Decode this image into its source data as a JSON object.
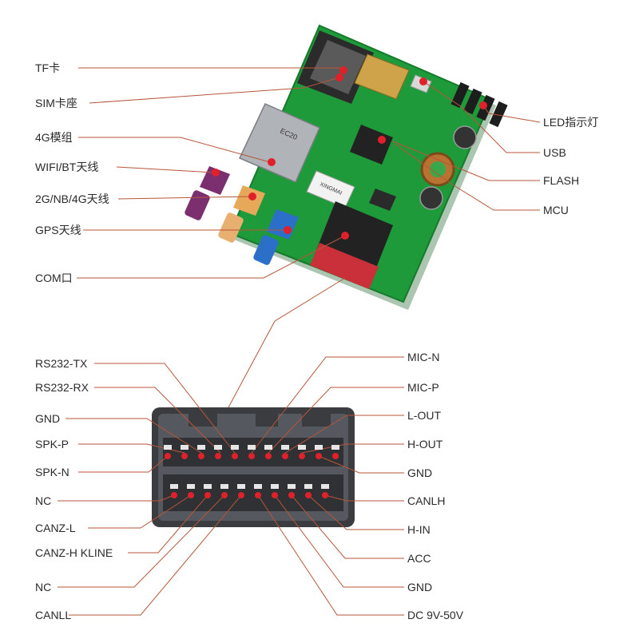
{
  "colors": {
    "pcb": "#1f9a3a",
    "pcb_dark": "#157a2c",
    "leader": "#b8553a",
    "marker": "#e0202a",
    "connector_body": "#4a4d53",
    "connector_rim": "#3a3c40"
  },
  "board_labels": [
    {
      "text": "TF卡"
    },
    {
      "text": "SIM卡座"
    },
    {
      "text": "4G模组"
    },
    {
      "text": "WIFI/BT天线"
    },
    {
      "text": "2G/NB/4G天线"
    },
    {
      "text": "GPS天线"
    },
    {
      "text": "COM口"
    },
    {
      "text": "LED指示灯"
    },
    {
      "text": "USB"
    },
    {
      "text": "FLASH"
    },
    {
      "text": "MCU"
    }
  ],
  "pin_labels_left": [
    {
      "text": "RS232-TX"
    },
    {
      "text": "RS232-RX"
    },
    {
      "text": "GND"
    },
    {
      "text": "SPK-P"
    },
    {
      "text": "SPK-N"
    },
    {
      "text": "NC"
    },
    {
      "text": "CANZ-L"
    },
    {
      "text": "CANZ-H KLINE"
    },
    {
      "text": "NC"
    },
    {
      "text": "CANLL"
    }
  ],
  "pin_labels_right": [
    {
      "text": "MIC-N"
    },
    {
      "text": "MIC-P"
    },
    {
      "text": "L-OUT"
    },
    {
      "text": "H-OUT"
    },
    {
      "text": "GND"
    },
    {
      "text": "CANLH"
    },
    {
      "text": "H-IN"
    },
    {
      "text": "ACC"
    },
    {
      "text": "GND"
    },
    {
      "text": "DC 9V-50V"
    }
  ],
  "chip_texts": {
    "module": "EC20",
    "flash": "XINGMAI"
  }
}
